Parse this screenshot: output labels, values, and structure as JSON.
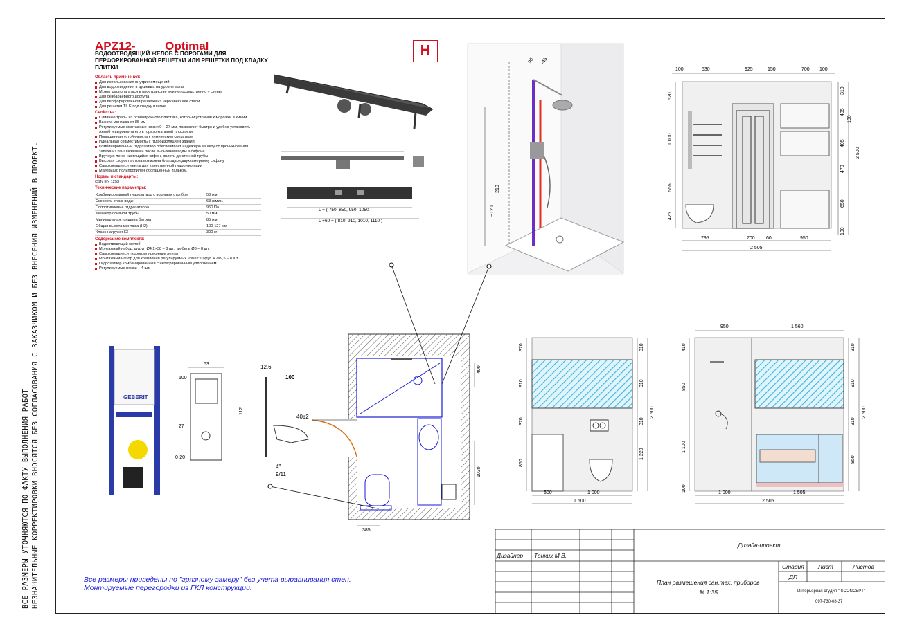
{
  "side_note": {
    "line1": "ВСЕ РАЗМЕРЫ УТОЧНЯЮТСЯ ПО ФАКТУ ВЫПОЛНЕНИЯ РАБОТ",
    "line2": "НЕЗНАЧИТЕЛЬНЫЕ КОРРЕКТИРОВКИ ВНОСЯТСЯ БЕЗ СОГЛАСОВАНИЯ С ЗАКАЗЧИКОМ И БЕЗ ВНЕСЕНИЯ ИЗМЕНЕНИЙ В ПРОЕКТ."
  },
  "product": {
    "title": "APZ12-____ Optimal",
    "subtitle": "ВОДООТВОДЯЩИЙ ЖЕЛОБ С ПОРОГАМИ ДЛЯ ПЕРФОРИРОВАННОЙ РЕШЕТКИ ИЛИ РЕШЕТКИ ПОД КЛАДКУ ПЛИТКИ",
    "badge": "H",
    "sections": {
      "usage_title": "Область применения:",
      "usage": [
        "Для использования внутри помещений",
        "Для водоотведения в душевых на уровне пола",
        "Может располагаться в пространстве или непосредственно у стены",
        "Для безбарьерного доступа",
        "Для перфорированной решетки из нержавеющей стали",
        "Для решетки TILE под кладку плитки"
      ],
      "props_title": "Свойства:",
      "props": [
        "Сливные трапы из особопрочного пластика, который устойчив к морозам и химии",
        "Высота монтажа от 85 мм",
        "Регулируемые монтажные ножки 0 – 27 мм, позволяют быстро и удобно установить желоб и выровнять его в горизонтальной плоскости",
        "Повышенная устойчивость к химическим средствам",
        "Идеальная совместимость с гидроизоляцией здания",
        "Комбинированный гидрозатвор обеспечивает надежную защиту от проникновения запаха из канализации и после высыхания воды в сифоне",
        "Вручную легко чистящийся сифон, вплоть до сточной трубы",
        "Высокая скорость стока возможна благодаря двухкамерному сифону",
        "Самоклеящиеся ленты для качественной гидроизоляции",
        "Материал: полипропилен обогащенный тальком."
      ],
      "norms_title": "Нормы и стандарты:",
      "norms": "CSN EN 1253",
      "params_title": "Технические параметры:",
      "params": [
        [
          "Комбинированный гидрозатвор с водяным столбом",
          "50 мм"
        ],
        [
          "Скорость стока воды",
          "63 л/мин."
        ],
        [
          "Сопротивление гидрозатвора",
          "960 Па"
        ],
        [
          "Диаметр сливной трубы",
          "50 мм"
        ],
        [
          "Минимальная толщина бетона",
          "85 мм"
        ],
        [
          "Общая высота монтажа (H2)",
          "100-127 мм"
        ],
        [
          "Класс нагрузки К3",
          "300 кг"
        ]
      ],
      "kit_title": "Содержание комплекта:",
      "kit": [
        "Водоотводящий желоб",
        "Монтажный набор: шуруп Ø4,2×38 – 8 шт., дюбель Ø8 – 8 шт.",
        "Самоклеящиеся гидроизоляционные ленты",
        "Монтажный набор для крепления регулируемых ножек: шуруп 4,2×9,5 – 8 шт.",
        "Гидрозатвор комбинированный с интегрированным уплотнением",
        "Регулируемые ножки – 4 шт."
      ]
    },
    "dims": {
      "L": "L = ( 750, 850, 950, 1050 )",
      "L60": "L +60 = ( 810, 910, 1010, 1110 )"
    }
  },
  "install_dims": {
    "w53": "53",
    "h112": "112",
    "h100": "100",
    "h27": "27",
    "r126": "12,6",
    "h4021": "40±2",
    "a4": "4\"",
    "a911": "9/11",
    "z020": "0-20",
    "geberit": "GEBERIT"
  },
  "shower_dims": {
    "d96": "96",
    "d45": "~45",
    "d210": "~210",
    "d120": "~120"
  },
  "plan": {
    "d400": "400",
    "d1030": "1030",
    "d385": "385"
  },
  "elev_top": {
    "top": [
      "100",
      "530",
      "925",
      "150",
      "700",
      "100"
    ],
    "left": [
      "520",
      "1 000",
      "555",
      "425"
    ],
    "right": [
      "310",
      "405",
      "100",
      "405",
      "470",
      "650",
      "100"
    ],
    "total_h": "2 500",
    "bottom": [
      "795",
      "700",
      "60",
      "950"
    ],
    "total_w": "2 505"
  },
  "elev_left": {
    "left": [
      "370",
      "910",
      "370",
      "850"
    ],
    "right": [
      "310",
      "910",
      "310",
      "1 220"
    ],
    "total_h": "2 500",
    "bottom": [
      "500",
      "1 000"
    ],
    "total_w": "1 500"
  },
  "elev_right": {
    "top": [
      "950",
      "1 560"
    ],
    "left": [
      "410",
      "850",
      "1 100",
      "100"
    ],
    "right": [
      "310",
      "910",
      "310",
      "850"
    ],
    "total_h": "2 500",
    "bottom": [
      "1 000",
      "1 505"
    ],
    "total_w": "2 505"
  },
  "note": {
    "line1": "Все размеры приведены по \"грязному замеру\" без учета выравнивания стен.",
    "line2": "Монтируемые перегородки из ГКЛ конструкции."
  },
  "stamp": {
    "role": "Дизайнер",
    "name": "Тонких М.В.",
    "project": "Дизайн-проект",
    "stage_h": "Стадия",
    "sheet_h": "Лист",
    "sheets_h": "Листов",
    "stage": "ДП",
    "drawing_title": "План размещения сан.тех. приборов",
    "scale": "М 1:35",
    "studio": "Интерьерная студия \"ISCONCEPT\"",
    "phone": "097-730-08-37"
  }
}
